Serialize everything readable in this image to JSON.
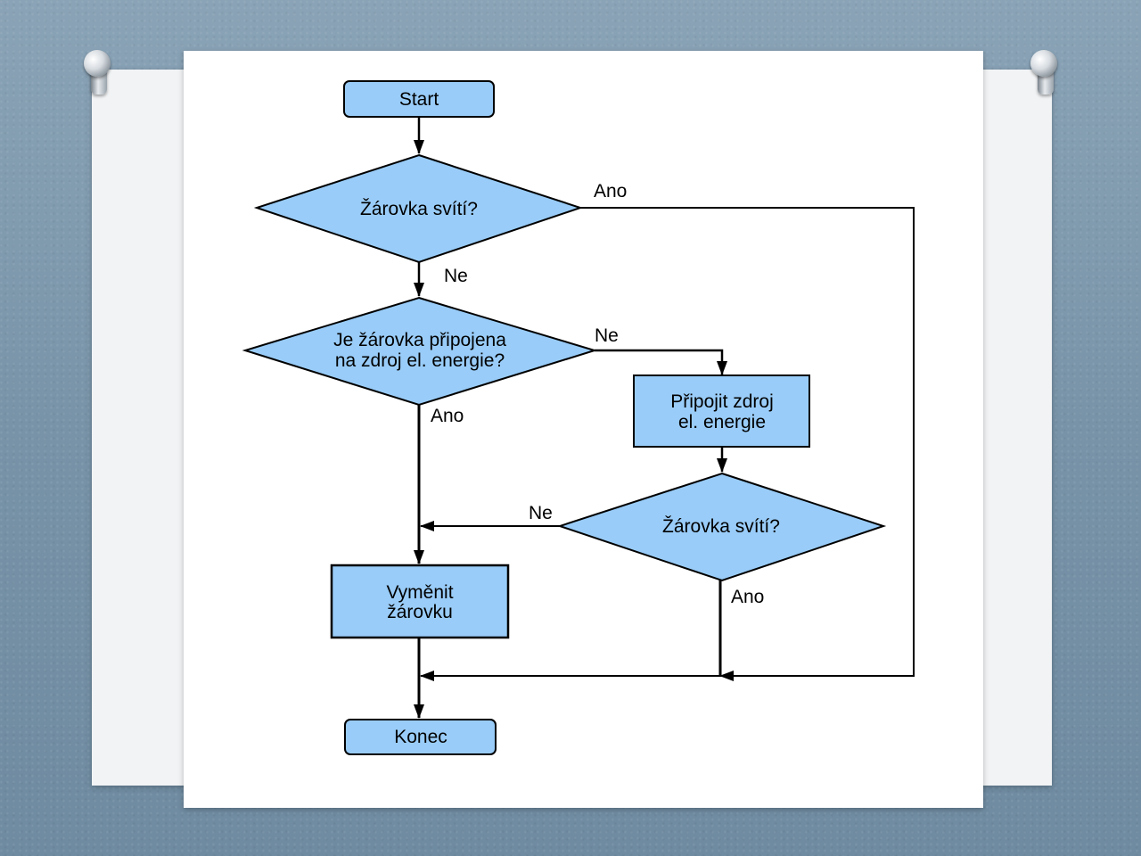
{
  "flowchart": {
    "start": "Start",
    "decision1": "Žárovka svítí?",
    "decision2": {
      "line1": "Je žárovka připojena",
      "line2": "na zdroj el. energie?"
    },
    "process_connect": {
      "line1": "Připojit zdroj",
      "line2": "el. energie"
    },
    "decision3": "Žárovka svítí?",
    "process_replace": {
      "line1": "Vyměnit",
      "line2": "žárovku"
    },
    "end": "Konec",
    "labels": {
      "d1_yes": "Ano",
      "d1_no": "Ne",
      "d2_no": "Ne",
      "d2_yes": "Ano",
      "d3_no": "Ne",
      "d3_yes": "Ano"
    }
  },
  "colors": {
    "shape_fill": "#99ccf8",
    "line": "#000000"
  }
}
